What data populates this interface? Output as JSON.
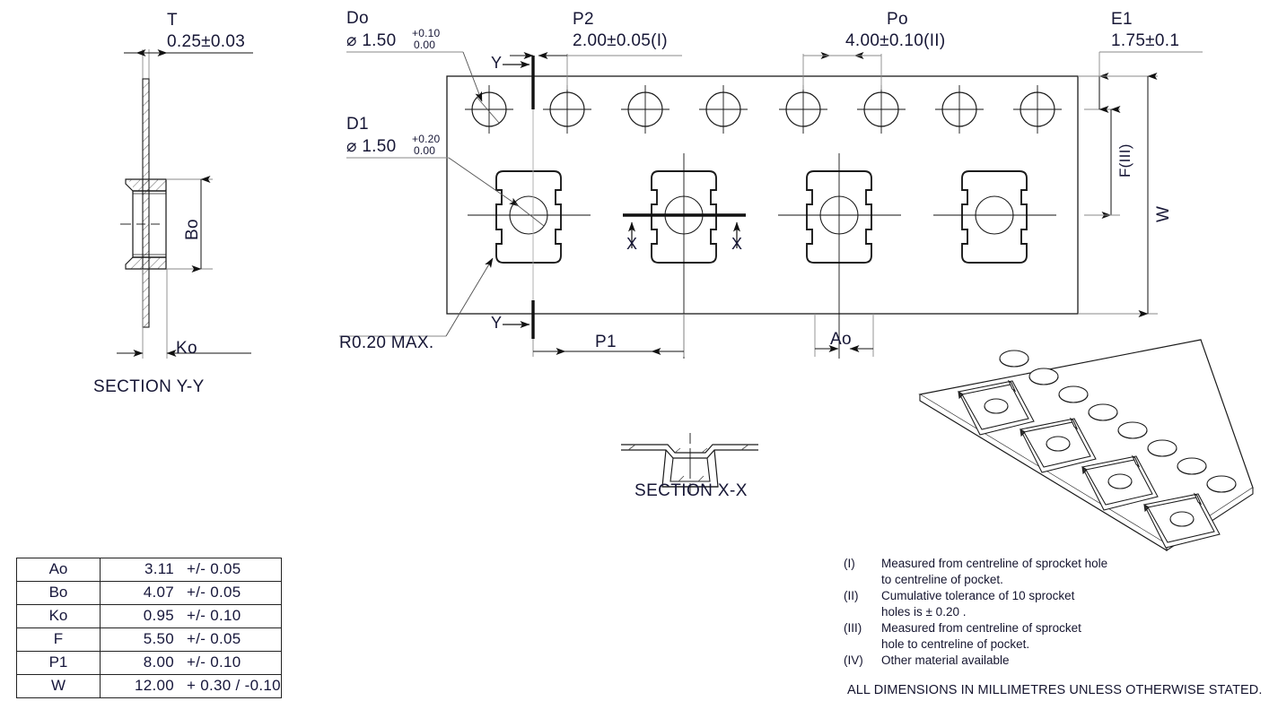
{
  "drawing": {
    "title": "Carrier Tape Dimensional Drawing",
    "units_note": "ALL DIMENSIONS IN MILLIMETRES UNLESS OTHERWISE STATED."
  },
  "section_yy": {
    "caption": "SECTION Y-Y",
    "t_label": "T",
    "t_value": "0.25±0.03",
    "bo_label": "Bo",
    "ko_label": "Ko"
  },
  "section_xx": {
    "caption": "SECTION X-X"
  },
  "callouts": {
    "do_label": "Do",
    "do_value": "⌀ 1.50",
    "do_tol_upper": "+0.10",
    "do_tol_lower": "0.00",
    "d1_label": "D1",
    "d1_value": "⌀ 1.50",
    "d1_tol_upper": "+0.20",
    "d1_tol_lower": "0.00",
    "radius_note": "R0.20 MAX."
  },
  "dimensions": {
    "p2_label": "P2",
    "p2_value": "2.00±0.05(I)",
    "po_label": "Po",
    "po_value": "4.00±0.10(II)",
    "e1_label": "E1",
    "e1_value": "1.75±0.1",
    "f_label": "F(III)",
    "w_label": "W",
    "p1_label": "P1",
    "ao_label": "Ao",
    "section_mark_y": "Y",
    "section_mark_x": "X"
  },
  "table": {
    "rows": [
      {
        "key": "Ao",
        "value": "3.11",
        "tolerance": "+/- 0.05"
      },
      {
        "key": "Bo",
        "value": "4.07",
        "tolerance": "+/- 0.05"
      },
      {
        "key": "Ko",
        "value": "0.95",
        "tolerance": "+/- 0.10"
      },
      {
        "key": "F",
        "value": "5.50",
        "tolerance": "+/- 0.05"
      },
      {
        "key": "P1",
        "value": "8.00",
        "tolerance": "+/- 0.10"
      },
      {
        "key": "W",
        "value": "12.00",
        "tolerance": "+ 0.30 / -0.10"
      }
    ]
  },
  "notes": [
    {
      "ref": "(I)",
      "line1": "Measured from centreline of sprocket hole",
      "line2": "to centreline of pocket."
    },
    {
      "ref": "(II)",
      "line1": "Cumulative tolerance of 10 sprocket",
      "line2": "holes is ± 0.20 ."
    },
    {
      "ref": "(III)",
      "line1": "Measured from centreline of sprocket",
      "line2": "hole to centreline of pocket."
    },
    {
      "ref": "(IV)",
      "line1": "Other material available",
      "line2": ""
    }
  ],
  "colors": {
    "line": "#1b1b1b",
    "text": "#171736",
    "thin": "#7d7d7d"
  }
}
